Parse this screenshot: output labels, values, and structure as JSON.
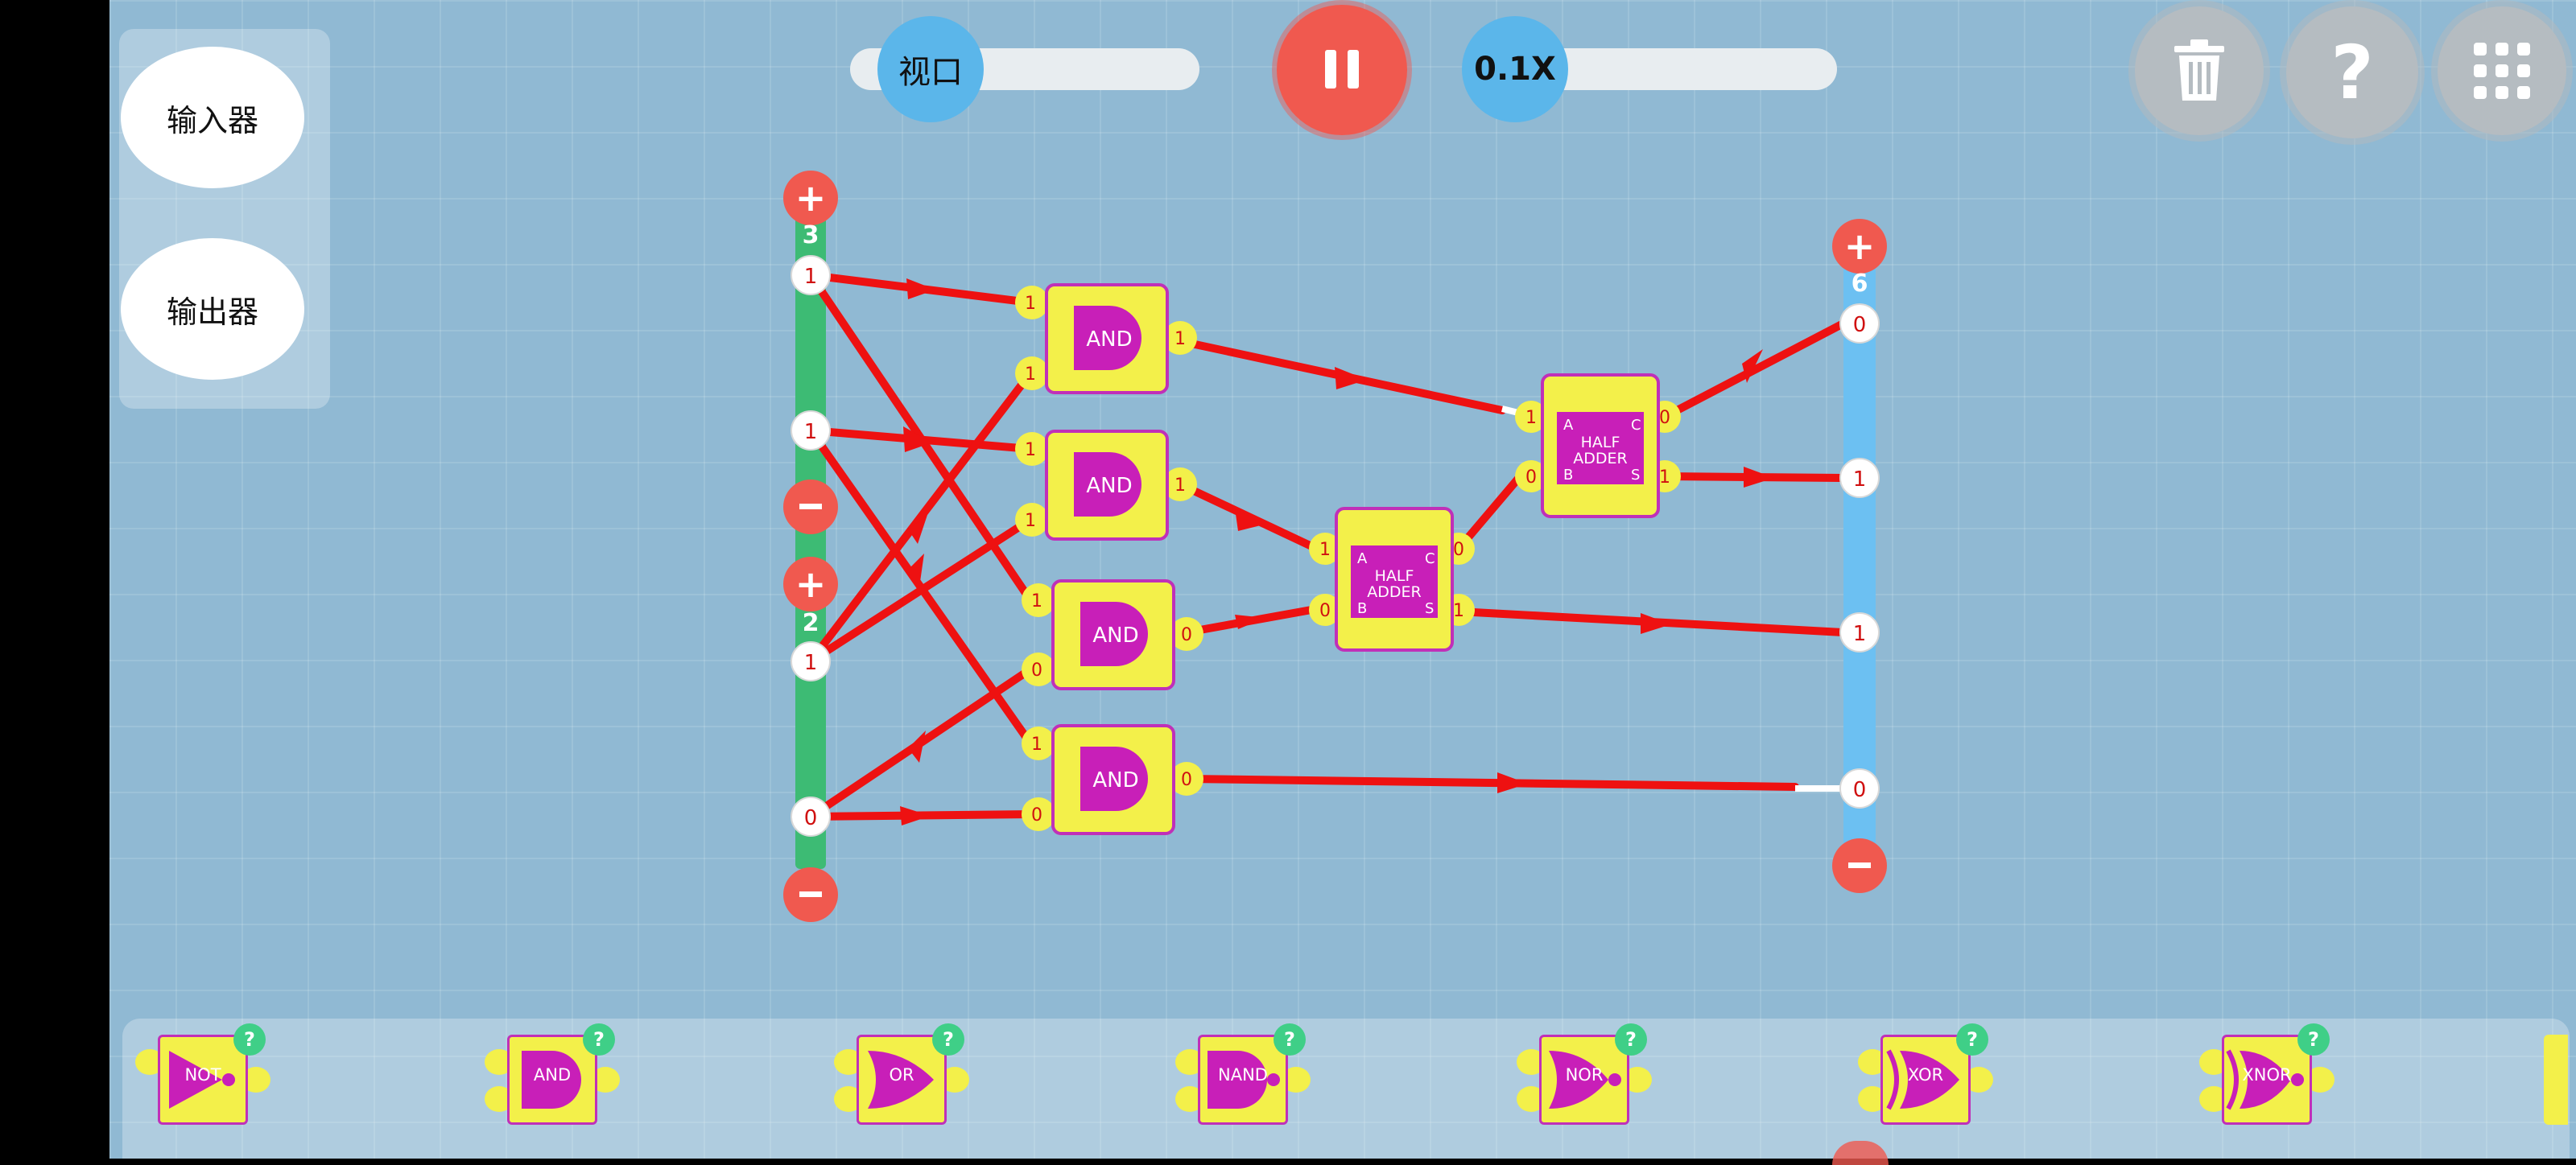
{
  "toolbar": {
    "viewport_label": "视口",
    "speed_label": "0.1X"
  },
  "side_panel": {
    "input_button": "输入器",
    "output_button": "输出器"
  },
  "input_block_top": {
    "count": "3",
    "pins": [
      "1",
      "1"
    ]
  },
  "input_block_bottom": {
    "count": "2",
    "pins": [
      "1",
      "0"
    ]
  },
  "output_block": {
    "count": "6",
    "pins": [
      "0",
      "1",
      "1",
      "0"
    ]
  },
  "and_gates": [
    {
      "label": "AND",
      "in_a": "1",
      "in_b": "1",
      "out": "1"
    },
    {
      "label": "AND",
      "in_a": "1",
      "in_b": "1",
      "out": "1"
    },
    {
      "label": "AND",
      "in_a": "1",
      "in_b": "0",
      "out": "0"
    },
    {
      "label": "AND",
      "in_a": "1",
      "in_b": "0",
      "out": "0"
    }
  ],
  "half_adders": [
    {
      "title_line1": "HALF",
      "title_line2": "ADDER",
      "pin_a": "A",
      "pin_b": "B",
      "pin_c": "C",
      "pin_s": "S",
      "in_a": "1",
      "in_b": "0",
      "out_c": "0",
      "out_s": "1"
    },
    {
      "title_line1": "HALF",
      "title_line2": "ADDER",
      "pin_a": "A",
      "pin_b": "B",
      "pin_c": "C",
      "pin_s": "S",
      "in_a": "1",
      "in_b": "0",
      "out_c": "0",
      "out_s": "1"
    }
  ],
  "palette": [
    {
      "label": "NOT",
      "help": "?"
    },
    {
      "label": "AND",
      "help": "?"
    },
    {
      "label": "OR",
      "help": "?"
    },
    {
      "label": "NAND",
      "help": "?"
    },
    {
      "label": "NOR",
      "help": "?"
    },
    {
      "label": "XOR",
      "help": "?"
    },
    {
      "label": "XNOR",
      "help": "?"
    }
  ],
  "colors": {
    "wire": "#ee1111",
    "gate_fill": "#f3f04a",
    "gate_core": "#c81fb8",
    "input_bar": "#3dbb74",
    "output_bar": "#6cc0f2",
    "accent_red": "#f0594f"
  },
  "icons": [
    "trash-icon",
    "help-icon",
    "grid-menu-icon",
    "pause-icon"
  ]
}
